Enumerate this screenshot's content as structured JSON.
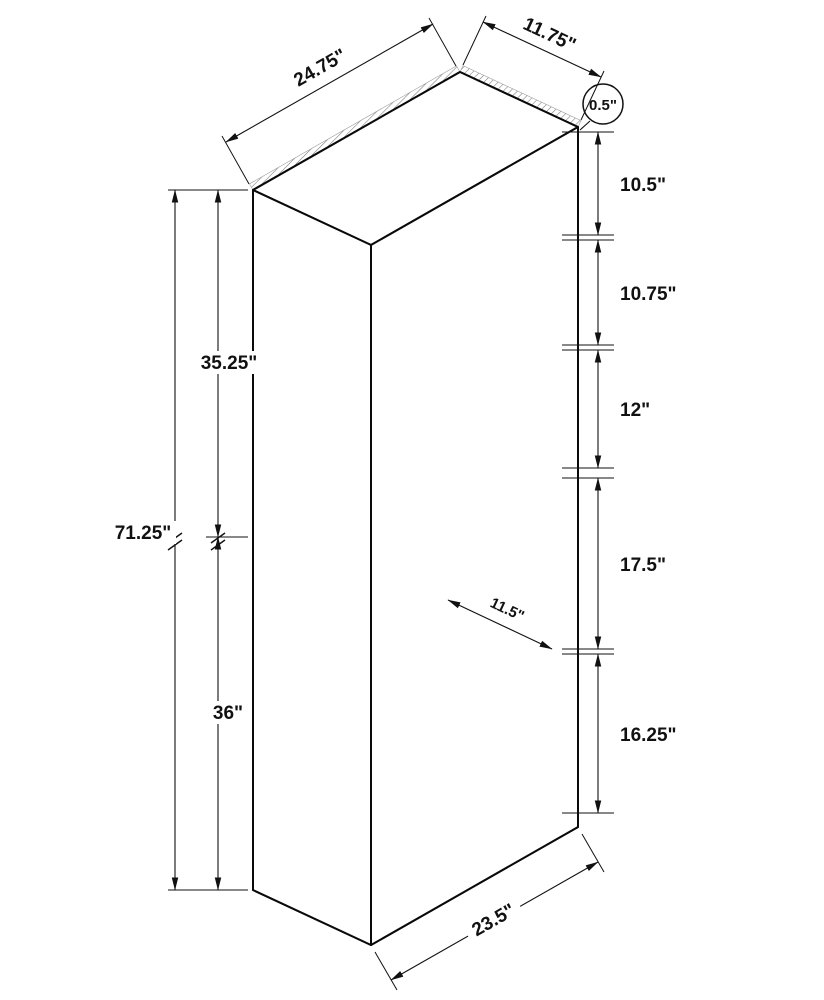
{
  "diagram": {
    "type": "furniture-dimension-drawing",
    "subject": "5-shelf bookcase isometric line drawing with dimensions",
    "units": "inches",
    "labels": {
      "top_width": "24.75\"",
      "top_depth": "11.75\"",
      "panel_thickness": "0.5\"",
      "gap_1": "10.5\"",
      "gap_2": "10.75\"",
      "gap_3": "12\"",
      "upper_section_height": "35.25\"",
      "total_height": "71.25\"",
      "gap_4": "17.5\"",
      "shelf_depth": "11.5\"",
      "lower_section_height": "36\"",
      "gap_5": "16.25\"",
      "bottom_width": "23.5\""
    }
  }
}
